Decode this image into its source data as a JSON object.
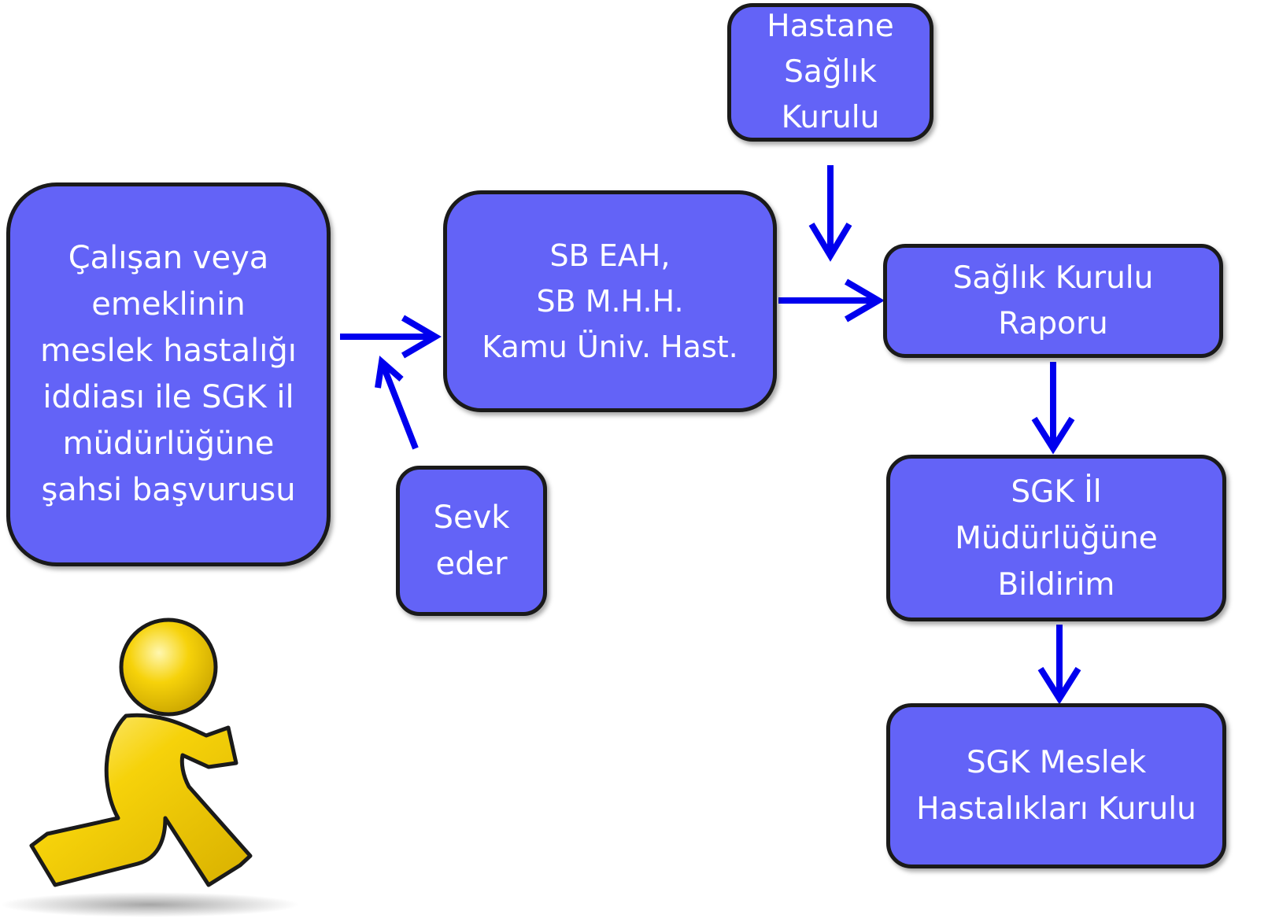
{
  "colors": {
    "box_fill": "#6363f7",
    "box_border": "#1a1a1a",
    "box_text": "#ffffff",
    "arrow": "#0000ee",
    "figure_fill": "#f6d20a",
    "figure_outline": "#1a1a1a"
  },
  "boxes": {
    "basvuru": "Çalışan veya\nemeklinin\nmeslek hastalığı\niddiası ile SGK il\nmüdürlüğüne\nşahsi başvurusu",
    "sb": "SB EAH,\nSB M.H.H.\nKamu Üniv. Hast.",
    "hastane": "Hastane\nSağlık\nKurulu",
    "rapor": "Sağlık Kurulu\nRaporu",
    "sevk": "Sevk\neder",
    "bildirim": "SGK İl\nMüdürlüğüne\nBildirim",
    "kurul": "SGK Meslek\nHastalıkları Kurulu"
  },
  "icons": {
    "runner": "running-person-icon"
  }
}
